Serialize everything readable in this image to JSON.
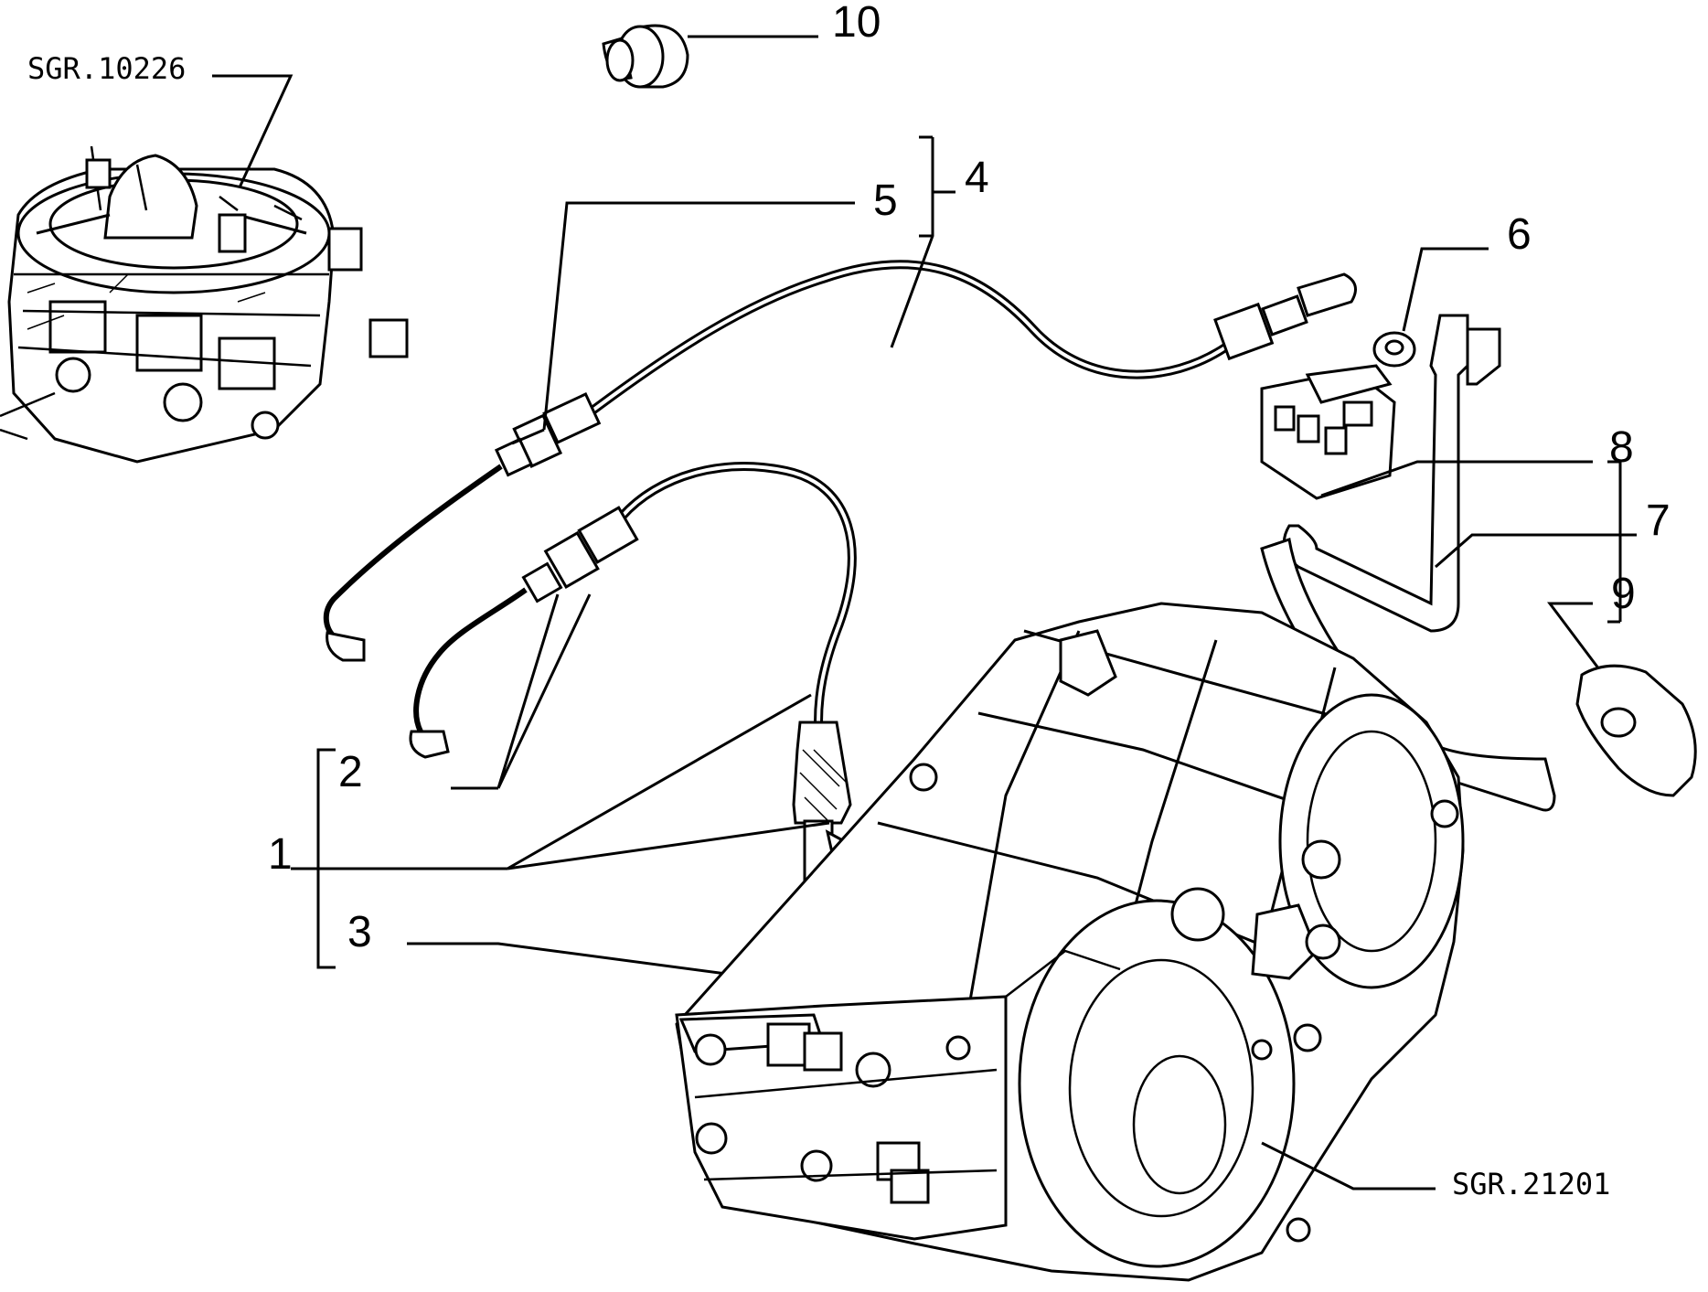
{
  "refs": {
    "top_left": "SGR.10226",
    "bottom_right": "SGR.21201"
  },
  "callouts": {
    "c1": "1",
    "c2": "2",
    "c3": "3",
    "c4": "4",
    "c5": "5",
    "c6": "6",
    "c7": "7",
    "c8": "8",
    "c9": "9",
    "c10": "10"
  },
  "colors": {
    "ink": "#000000",
    "paper": "#ffffff"
  }
}
